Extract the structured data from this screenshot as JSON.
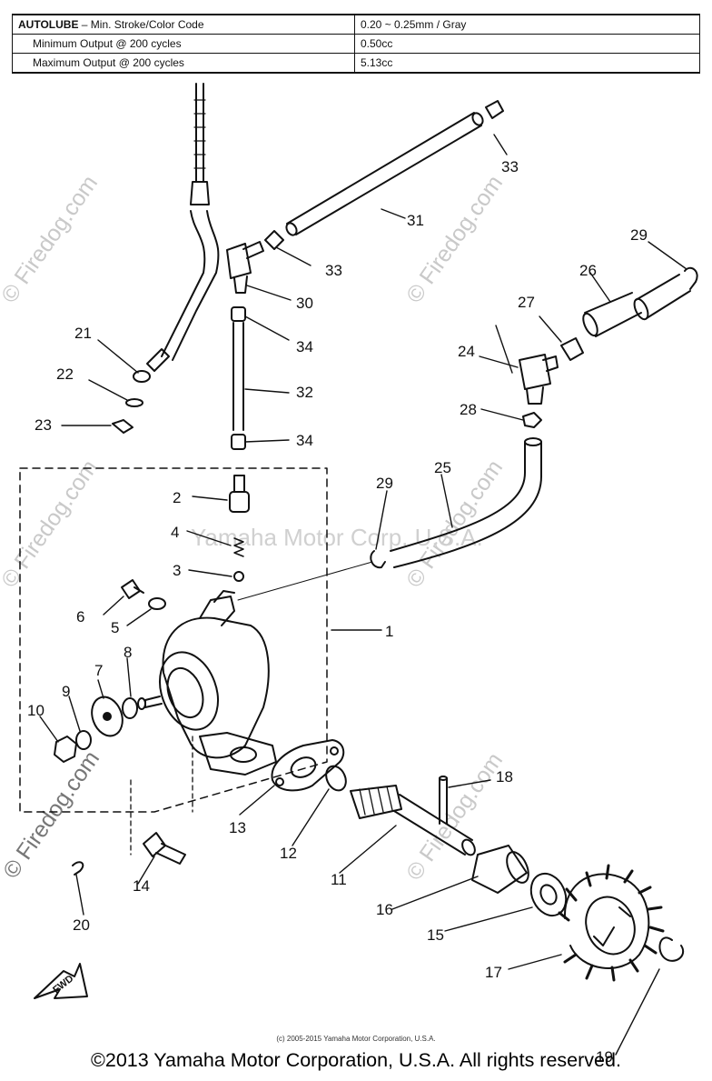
{
  "spec_table": {
    "title_key": "AUTOLUBE",
    "title_rest": " – Min. Stroke/Color Code",
    "title_value": "0.20 ~ 0.25mm / Gray",
    "rows": [
      {
        "label": "Minimum Output @ 200 cycles",
        "value": "0.50cc"
      },
      {
        "label": "Maximum Output @ 200 cycles",
        "value": "5.13cc"
      }
    ]
  },
  "callouts": [
    "1",
    "2",
    "3",
    "4",
    "5",
    "6",
    "7",
    "8",
    "9",
    "10",
    "11",
    "12",
    "13",
    "14",
    "15",
    "16",
    "17",
    "18",
    "19",
    "20",
    "21",
    "22",
    "23",
    "24",
    "25",
    "26",
    "27",
    "28",
    "29",
    "29",
    "30",
    "31",
    "32",
    "33",
    "33",
    "34",
    "34"
  ],
  "watermarks": {
    "firedog": "© Firedog.com",
    "yamaha": "Yamaha Motor Corp. U.S.A."
  },
  "fwd_label": "FWD",
  "small_copyright": "(c) 2005-2015 Yamaha Motor Corporation, U.S.A.",
  "copyright": "©2013 Yamaha Motor Corporation, U.S.A. All rights reserved."
}
